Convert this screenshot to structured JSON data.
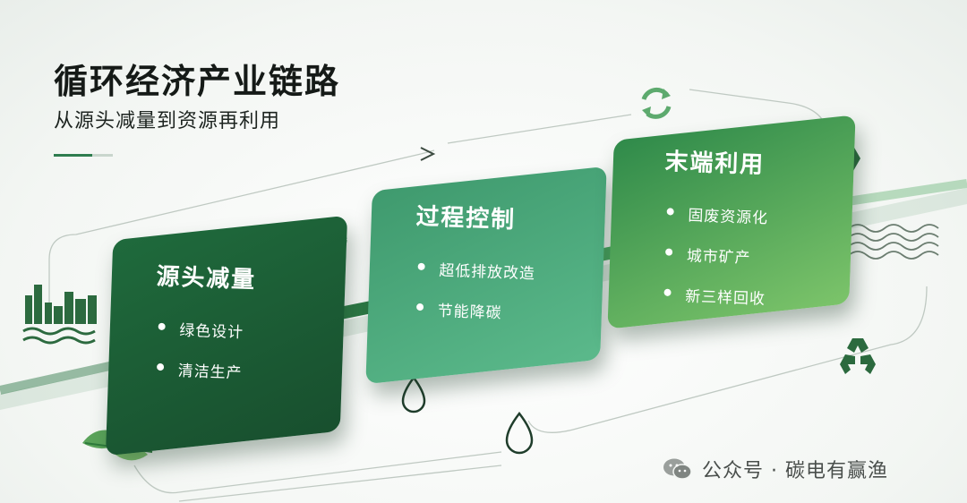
{
  "header": {
    "title": "循环经济产业链路",
    "subtitle": "从源头减量到资源再利用"
  },
  "cards": [
    {
      "title": "源头减量",
      "items": [
        "绿色设计",
        "清洁生产"
      ]
    },
    {
      "title": "过程控制",
      "items": [
        "超低排放改造",
        "节能降碳"
      ]
    },
    {
      "title": "末端利用",
      "items": [
        "固废资源化",
        "城市矿产",
        "新三样回收"
      ]
    }
  ],
  "footer": {
    "text": "公众号 · 碳电有赢渔"
  },
  "colors": {
    "dark_green": "#1f6a3c",
    "mid_green": "#4fae7e",
    "bright_green": "#5fb35a",
    "arrow": "#3a8f55"
  },
  "icons": [
    "factory-icon",
    "gear-icon",
    "water-drop-icon",
    "recycle-icon",
    "leaf-icon",
    "wave-icon",
    "wechat-icon"
  ]
}
